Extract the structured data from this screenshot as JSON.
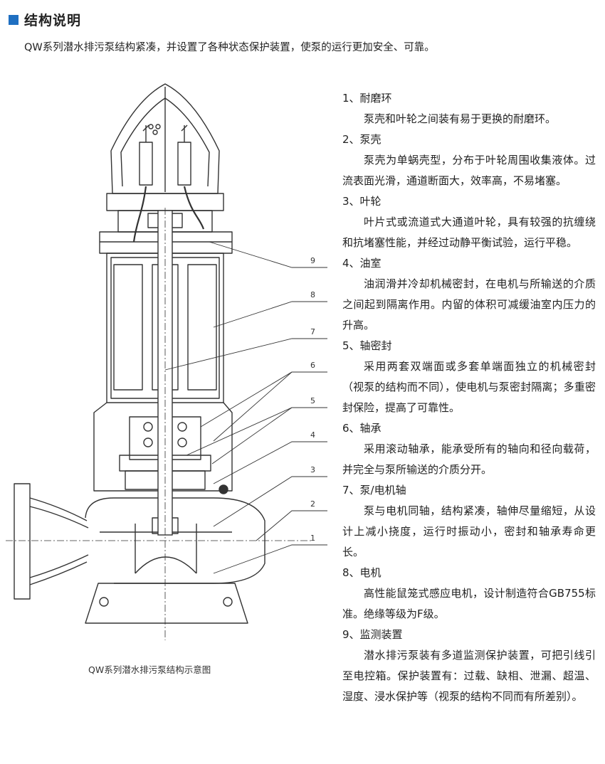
{
  "header": {
    "title": "结构说明",
    "accent_color": "#1f6fc1"
  },
  "intro": "QW系列潜水排污泵结构紧凑，并设置了各种状态保护装置，使泵的运行更加安全、可靠。",
  "figure": {
    "caption": "QW系列潜水排污泵结构示意图",
    "callouts": [
      "9",
      "8",
      "7",
      "6",
      "5",
      "4",
      "3",
      "2",
      "1"
    ]
  },
  "items": [
    {
      "head": "1、耐磨环",
      "body": "泵壳和叶轮之间装有易于更换的耐磨环。"
    },
    {
      "head": "2、泵壳",
      "body": "泵壳为单蜗壳型，分布于叶轮周围收集液体。过流表面光滑，通道断面大，效率高，不易堵塞。"
    },
    {
      "head": "3、叶轮",
      "body": "叶片式或流道式大通道叶轮，具有较强的抗缠绕和抗堵塞性能，并经过动静平衡试验，运行平稳。"
    },
    {
      "head": "4、油室",
      "body": "油润滑并冷却机械密封，在电机与所输送的介质之间起到隔离作用。内留的体积可减缓油室内压力的升高。"
    },
    {
      "head": "5、轴密封",
      "body": "采用两套双端面或多套单端面独立的机械密封（视泵的结构而不同），使电机与泵密封隔离；多重密封保险，提高了可靠性。"
    },
    {
      "head": "6、轴承",
      "body": "采用滚动轴承，能承受所有的轴向和径向载荷，并完全与泵所输送的介质分开。"
    },
    {
      "head": "7、泵/电机轴",
      "body": "泵与电机同轴，结构紧凑，轴伸尽量缩短，从设计上减小挠度，运行时振动小，密封和轴承寿命更长。"
    },
    {
      "head": "8、电机",
      "body": "高性能鼠笼式感应电机，设计制造符合GB755标准。绝缘等级为F级。"
    },
    {
      "head": "9、监测装置",
      "body": "潜水排污泵装有多道监测保护装置，可把引线引至电控箱。保护装置有：过载、缺相、泄漏、超温、湿度、浸水保护等（视泵的结构不同而有所差别）。"
    }
  ]
}
